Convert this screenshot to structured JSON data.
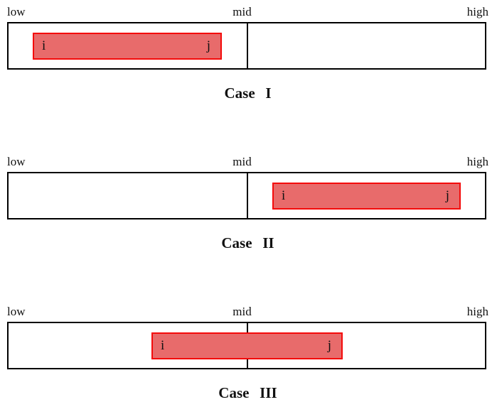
{
  "figure": {
    "description_colors": {
      "background": "#ffffff",
      "box_border": "#000000",
      "bar_fill": "#e86b6b",
      "bar_border": "#f40b0b",
      "text": "#111111"
    },
    "cases": [
      {
        "caption": "Case I",
        "labels": {
          "low": "low",
          "mid": "mid",
          "high": "high"
        },
        "bar": {
          "start_label": "i",
          "end_label": "j"
        }
      },
      {
        "caption": "Case II",
        "labels": {
          "low": "low",
          "mid": "mid",
          "high": "high"
        },
        "bar": {
          "start_label": "i",
          "end_label": "j"
        }
      },
      {
        "caption": "Case III",
        "labels": {
          "low": "low",
          "mid": "mid",
          "high": "high"
        },
        "bar": {
          "start_label": "i",
          "end_label": "j"
        }
      }
    ]
  }
}
